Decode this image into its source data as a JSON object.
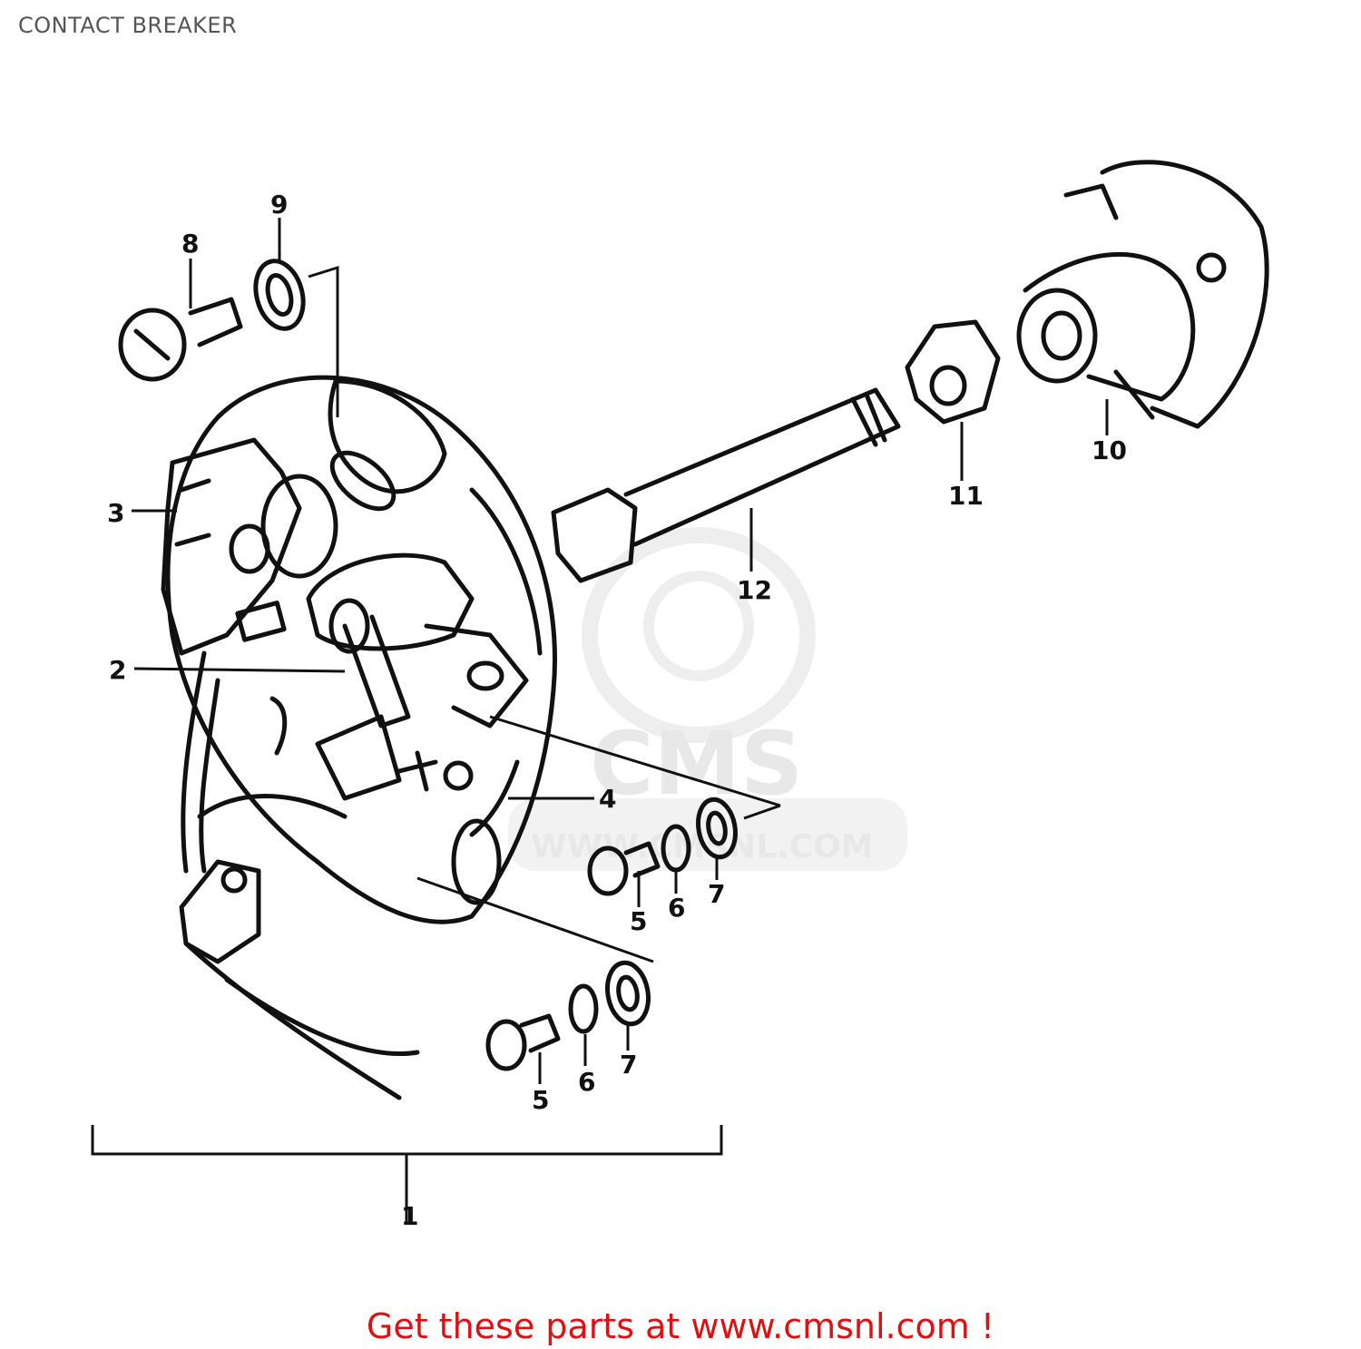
{
  "title": "CONTACT BREAKER",
  "footer": "Get these parts at www.cmsnl.com !",
  "watermark": {
    "logo_text": "CMS",
    "url_text": "WWW.CMSNL.COM"
  },
  "callouts": [
    "1",
    "2",
    "3",
    "4",
    "5",
    "6",
    "7",
    "5",
    "6",
    "7",
    "8",
    "9",
    "10",
    "11",
    "12"
  ],
  "colors": {
    "ink": "#111111",
    "footer": "#dd1111",
    "title": "#555555",
    "watermark": "#e6e6e6"
  }
}
